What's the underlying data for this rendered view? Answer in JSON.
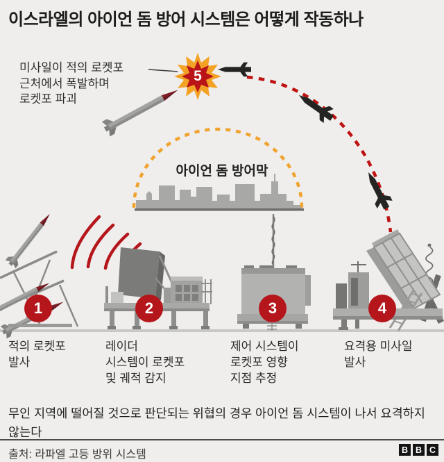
{
  "title": "이스라엘의 아이언 돔 방어 시스템은 어떻게 작동하나",
  "interception": {
    "num": "5",
    "text": "미사일이 적의 로켓포\n근처에서 폭발하며\n로켓포 파괴"
  },
  "dome_label": "아이언 돔 방어막",
  "steps": [
    {
      "num": "1",
      "label": "적의 로켓포\n발사"
    },
    {
      "num": "2",
      "label": "레이더\n시스템이 로켓포\n및 궤적 감지"
    },
    {
      "num": "3",
      "label": "제어 시스템이\n로켓포 영향\n지점 추정"
    },
    {
      "num": "4",
      "label": "요격용 미사일\n발사"
    }
  ],
  "footnote": "무인 지역에 떨어질 것으로 판단되는 위협의 경우 아이언 돔 시스템이 나서 요격하지 않는다",
  "source": "출처: 라파엘 고등 방위 시스템",
  "logo": {
    "letters": [
      "B",
      "B",
      "C"
    ]
  },
  "colors": {
    "badge_red": "#b5161b",
    "trajectory_red": "#bf1212",
    "dome_orange": "#f0a32e",
    "background": "#efeeec",
    "machine_gray": "#a8a8a6"
  }
}
